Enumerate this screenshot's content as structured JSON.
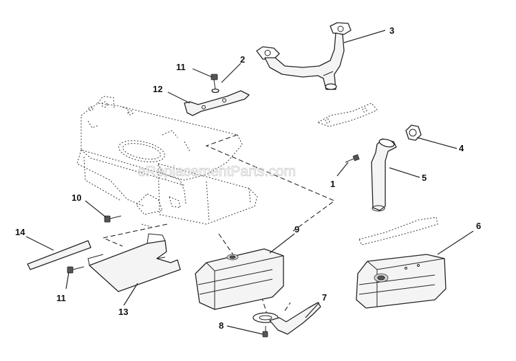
{
  "watermark": "eReplacementParts.com",
  "callouts": [
    {
      "id": "c1",
      "label": "1"
    },
    {
      "id": "c2",
      "label": "2"
    },
    {
      "id": "c3",
      "label": "3"
    },
    {
      "id": "c4",
      "label": "4"
    },
    {
      "id": "c5",
      "label": "5"
    },
    {
      "id": "c6",
      "label": "6"
    },
    {
      "id": "c7",
      "label": "7"
    },
    {
      "id": "c8",
      "label": "8"
    },
    {
      "id": "c9",
      "label": "9"
    },
    {
      "id": "c10",
      "label": "10"
    },
    {
      "id": "c11a",
      "label": "11"
    },
    {
      "id": "c11b",
      "label": "11"
    },
    {
      "id": "c12",
      "label": "12"
    },
    {
      "id": "c13",
      "label": "13"
    },
    {
      "id": "c14",
      "label": "14"
    }
  ]
}
